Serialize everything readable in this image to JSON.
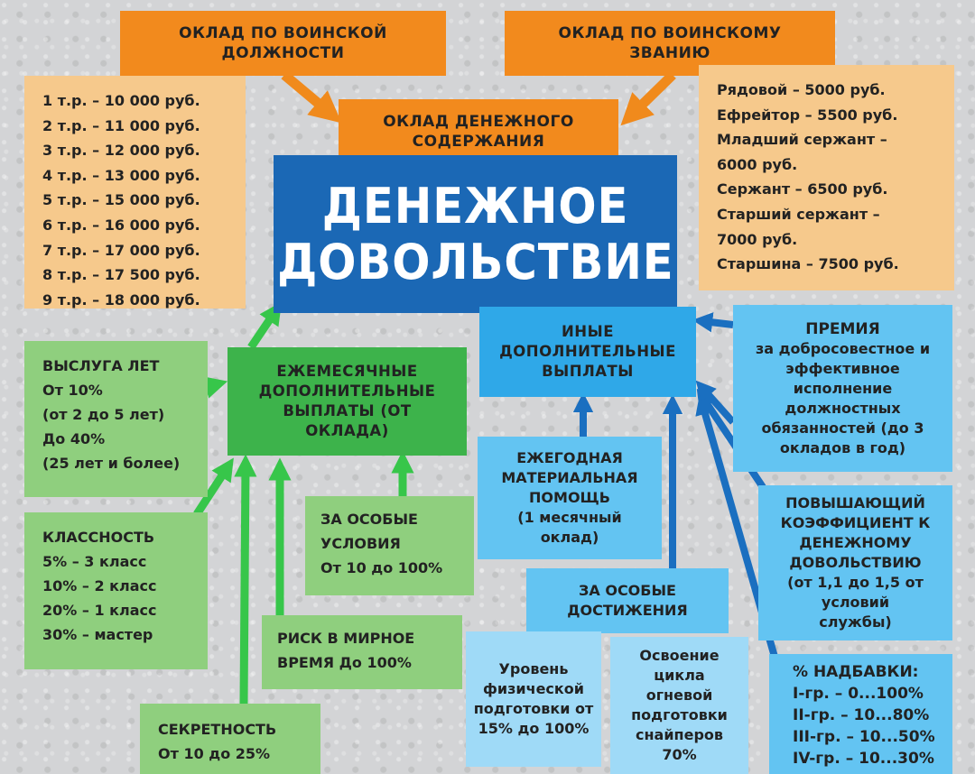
{
  "header_left": "ОКЛАД ПО ВОИНСКОЙ ДОЛЖНОСТИ",
  "header_right": "ОКЛАД ПО ВОИНСКОМУ ЗВАНИЮ",
  "salary_center": "ОКЛАД ДЕНЕЖНОГО СОДЕРЖАНИЯ",
  "main_title_line1": "ДЕНЕЖНОЕ",
  "main_title_line2": "ДОВОЛЬСТВИЕ",
  "position_salaries": [
    "1 т.р. – 10 000 руб.",
    "2 т.р. – 11 000 руб.",
    "3 т.р. – 12 000 руб.",
    "4 т.р. – 13 000 руб.",
    "5 т.р. – 15 000 руб.",
    "6 т.р. – 16 000 руб.",
    "7 т.р. – 17 000 руб.",
    "8 т.р. – 17 500 руб.",
    "9 т.р. – 18 000 руб."
  ],
  "rank_salaries": [
    "Рядовой – 5000 руб.",
    "Ефрейтор – 5500 руб.",
    "Младший сержант –",
    "6000 руб.",
    "Сержант – 6500 руб.",
    "Старший сержант –",
    "7000 руб.",
    "Старшина – 7500 руб."
  ],
  "monthly_title": "ЕЖЕМЕСЯЧНЫЕ ДОПОЛНИТЕЛЬНЫЕ ВЫПЛАТЫ (ОТ ОКЛАДА)",
  "seniority": {
    "title": "ВЫСЛУГА ЛЕТ",
    "lines": [
      "От 10%",
      "(от 2 до 5 лет)",
      "До 40%",
      "(25 лет и более)"
    ]
  },
  "class_rating": {
    "title": "КЛАССНОСТЬ",
    "lines": [
      "5% – 3 класс",
      "10% – 2 класс",
      "20% – 1 класс",
      "30% – мастер"
    ]
  },
  "special_conditions": {
    "title": "ЗА ОСОБЫЕ УСЛОВИЯ",
    "value": "От 10 до 100%"
  },
  "peacetime_risk": {
    "title": "РИСК В МИРНОЕ",
    "value": "ВРЕМЯ До 100%"
  },
  "secrecy": {
    "title": "СЕКРЕТНОСТЬ",
    "value": "От 10 до 25%"
  },
  "other_payments_title": "ИНЫЕ ДОПОЛНИТЕЛЬНЫЕ ВЫПЛАТЫ",
  "bonus": {
    "title": "ПРЕМИЯ",
    "text": "за добросовестное и эффективное исполнение должностных обязанностей (до 3 окладов в год)"
  },
  "annual_aid": {
    "title": "ЕЖЕГОДНАЯ МАТЕРИАЛЬНАЯ ПОМОЩЬ",
    "text": "(1 месячный оклад)"
  },
  "coefficient": {
    "title": "ПОВЫШАЮЩИЙ КОЭФФИЦИЕНТ К ДЕНЕЖНОМУ ДОВОЛЬСТВИЮ",
    "text": "(от 1,1 до 1,5 от условий службы)"
  },
  "achievements_title": "ЗА ОСОБЫЕ ДОСТИЖЕНИЯ",
  "physical": "Уровень физической подготовки от 15% до 100%",
  "sniper": "Освоение цикла огневой подготовки снайперов 70%",
  "allowance": {
    "title": "% НАДБАВКИ:",
    "lines": [
      "I-гр. – 0...100%",
      "II-гр. – 10...80%",
      "III-гр. – 10...50%",
      "IV-гр. – 10...30%"
    ]
  },
  "colors": {
    "orange": "#f28a1d",
    "peach": "#f6c98c",
    "dark_blue": "#1b68b5",
    "blue": "#2fa8e8",
    "light_blue": "#63c4f2",
    "green": "#3db34b",
    "light_green": "#8fcf7e",
    "green_arrow": "#37c64a",
    "blue_arrow": "#1a6fc0",
    "orange_arrow": "#f08a1c"
  }
}
